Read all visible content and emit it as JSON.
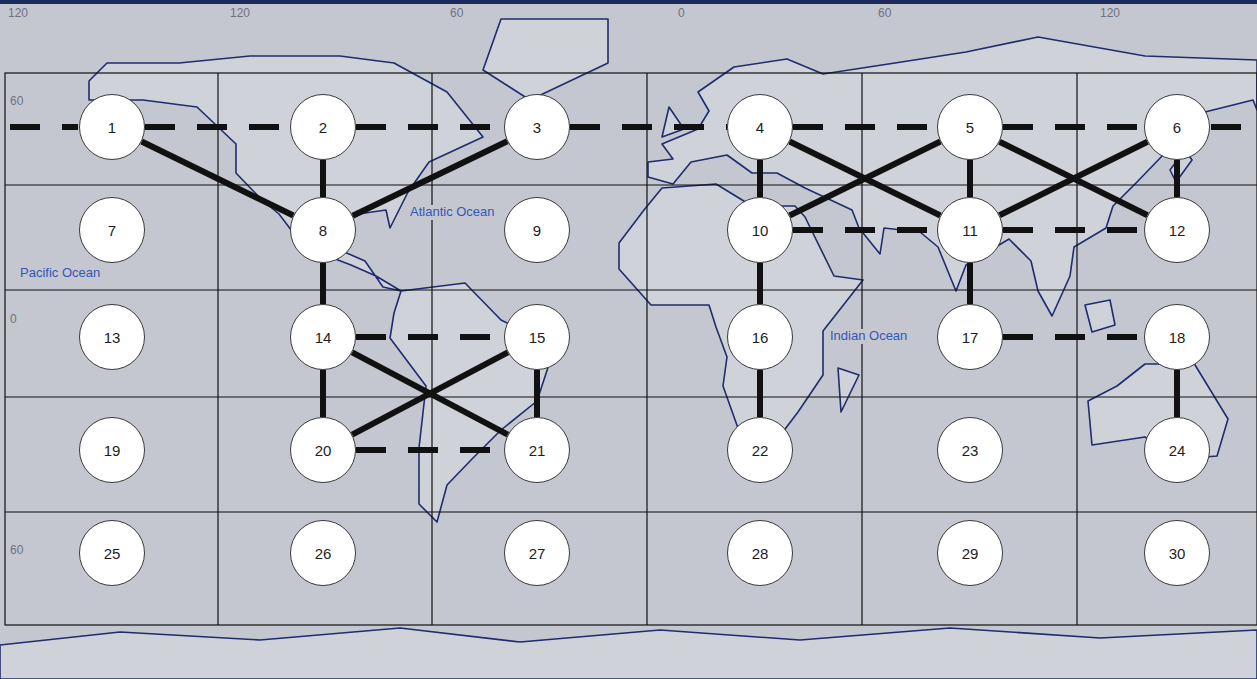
{
  "diagram": {
    "nodes": [
      {
        "text": [
          "1"
        ]
      },
      {
        "text": [
          "2"
        ]
      },
      {
        "text": [
          "3"
        ]
      },
      {
        "text": [
          "4"
        ]
      },
      {
        "text": [
          "5"
        ]
      },
      {
        "text": [
          "6"
        ]
      },
      {
        "text": [
          "7"
        ]
      },
      {
        "text": [
          "8"
        ]
      },
      {
        "text": [
          "9"
        ]
      },
      {
        "text": [
          "10"
        ]
      },
      {
        "text": [
          "11"
        ]
      },
      {
        "text": [
          "12"
        ]
      },
      {
        "text": [
          "13"
        ]
      },
      {
        "text": [
          "14"
        ]
      },
      {
        "text": [
          "15"
        ]
      },
      {
        "text": [
          "16"
        ]
      },
      {
        "text": [
          "17"
        ]
      },
      {
        "text": [
          "18"
        ]
      },
      {
        "text": [
          "19"
        ]
      },
      {
        "text": [
          "20"
        ]
      },
      {
        "text": [
          "21"
        ]
      },
      {
        "text": [
          "22"
        ]
      },
      {
        "text": [
          "23"
        ]
      },
      {
        "text": [
          "24"
        ]
      },
      {
        "text": [
          "25"
        ]
      },
      {
        "text": [
          "26"
        ]
      },
      {
        "text": [
          "27"
        ]
      },
      {
        "text": [
          "28"
        ]
      },
      {
        "text": [
          "29"
        ]
      },
      {
        "text": [
          "30"
        ]
      }
    ],
    "edges": [
      {
        "from": 0,
        "to": 1,
        "arrow": "none"
      },
      {
        "from": 1,
        "to": 2,
        "arrow": "none"
      },
      {
        "from": 2,
        "to": 3,
        "arrow": "none"
      },
      {
        "from": 3,
        "to": 4,
        "arrow": "none"
      },
      {
        "from": 4,
        "to": 5,
        "arrow": "none"
      },
      {
        "from": 0,
        "to": 7,
        "arrow": "none"
      },
      {
        "from": 1,
        "to": 7,
        "arrow": "none"
      },
      {
        "from": 2,
        "to": 7,
        "arrow": "none"
      },
      {
        "from": 7,
        "to": 13,
        "arrow": "none"
      },
      {
        "from": 13,
        "to": 14,
        "arrow": "none"
      },
      {
        "from": 13,
        "to": 19,
        "arrow": "none"
      },
      {
        "from": 13,
        "to": 20,
        "arrow": "none"
      },
      {
        "from": 14,
        "to": 19,
        "arrow": "none"
      },
      {
        "from": 14,
        "to": 20,
        "arrow": "none"
      },
      {
        "from": 19,
        "to": 20,
        "arrow": "none"
      },
      {
        "from": 3,
        "to": 9,
        "arrow": "none"
      },
      {
        "from": 3,
        "to": 10,
        "arrow": "none"
      },
      {
        "from": 4,
        "to": 9,
        "arrow": "none"
      },
      {
        "from": 4,
        "to": 10,
        "arrow": "none"
      },
      {
        "from": 4,
        "to": 11,
        "arrow": "none"
      },
      {
        "from": 5,
        "to": 10,
        "arrow": "none"
      },
      {
        "from": 5,
        "to": 11,
        "arrow": "none"
      },
      {
        "from": 9,
        "to": 10,
        "arrow": "none"
      },
      {
        "from": 10,
        "to": 11,
        "arrow": "none"
      },
      {
        "from": 9,
        "to": 15,
        "arrow": "none"
      },
      {
        "from": 15,
        "to": 21,
        "arrow": "none"
      },
      {
        "from": 10,
        "to": 16,
        "arrow": "none"
      },
      {
        "from": 16,
        "to": 17,
        "arrow": "none"
      },
      {
        "from": 17,
        "to": 23,
        "arrow": "none"
      }
    ],
    "labels": [
      "120",
      "120",
      "60",
      "0",
      "60",
      "120",
      "60",
      "0",
      "60",
      "Pacific Ocean",
      "Atlantic Ocean",
      "Indian Ocean"
    ]
  }
}
